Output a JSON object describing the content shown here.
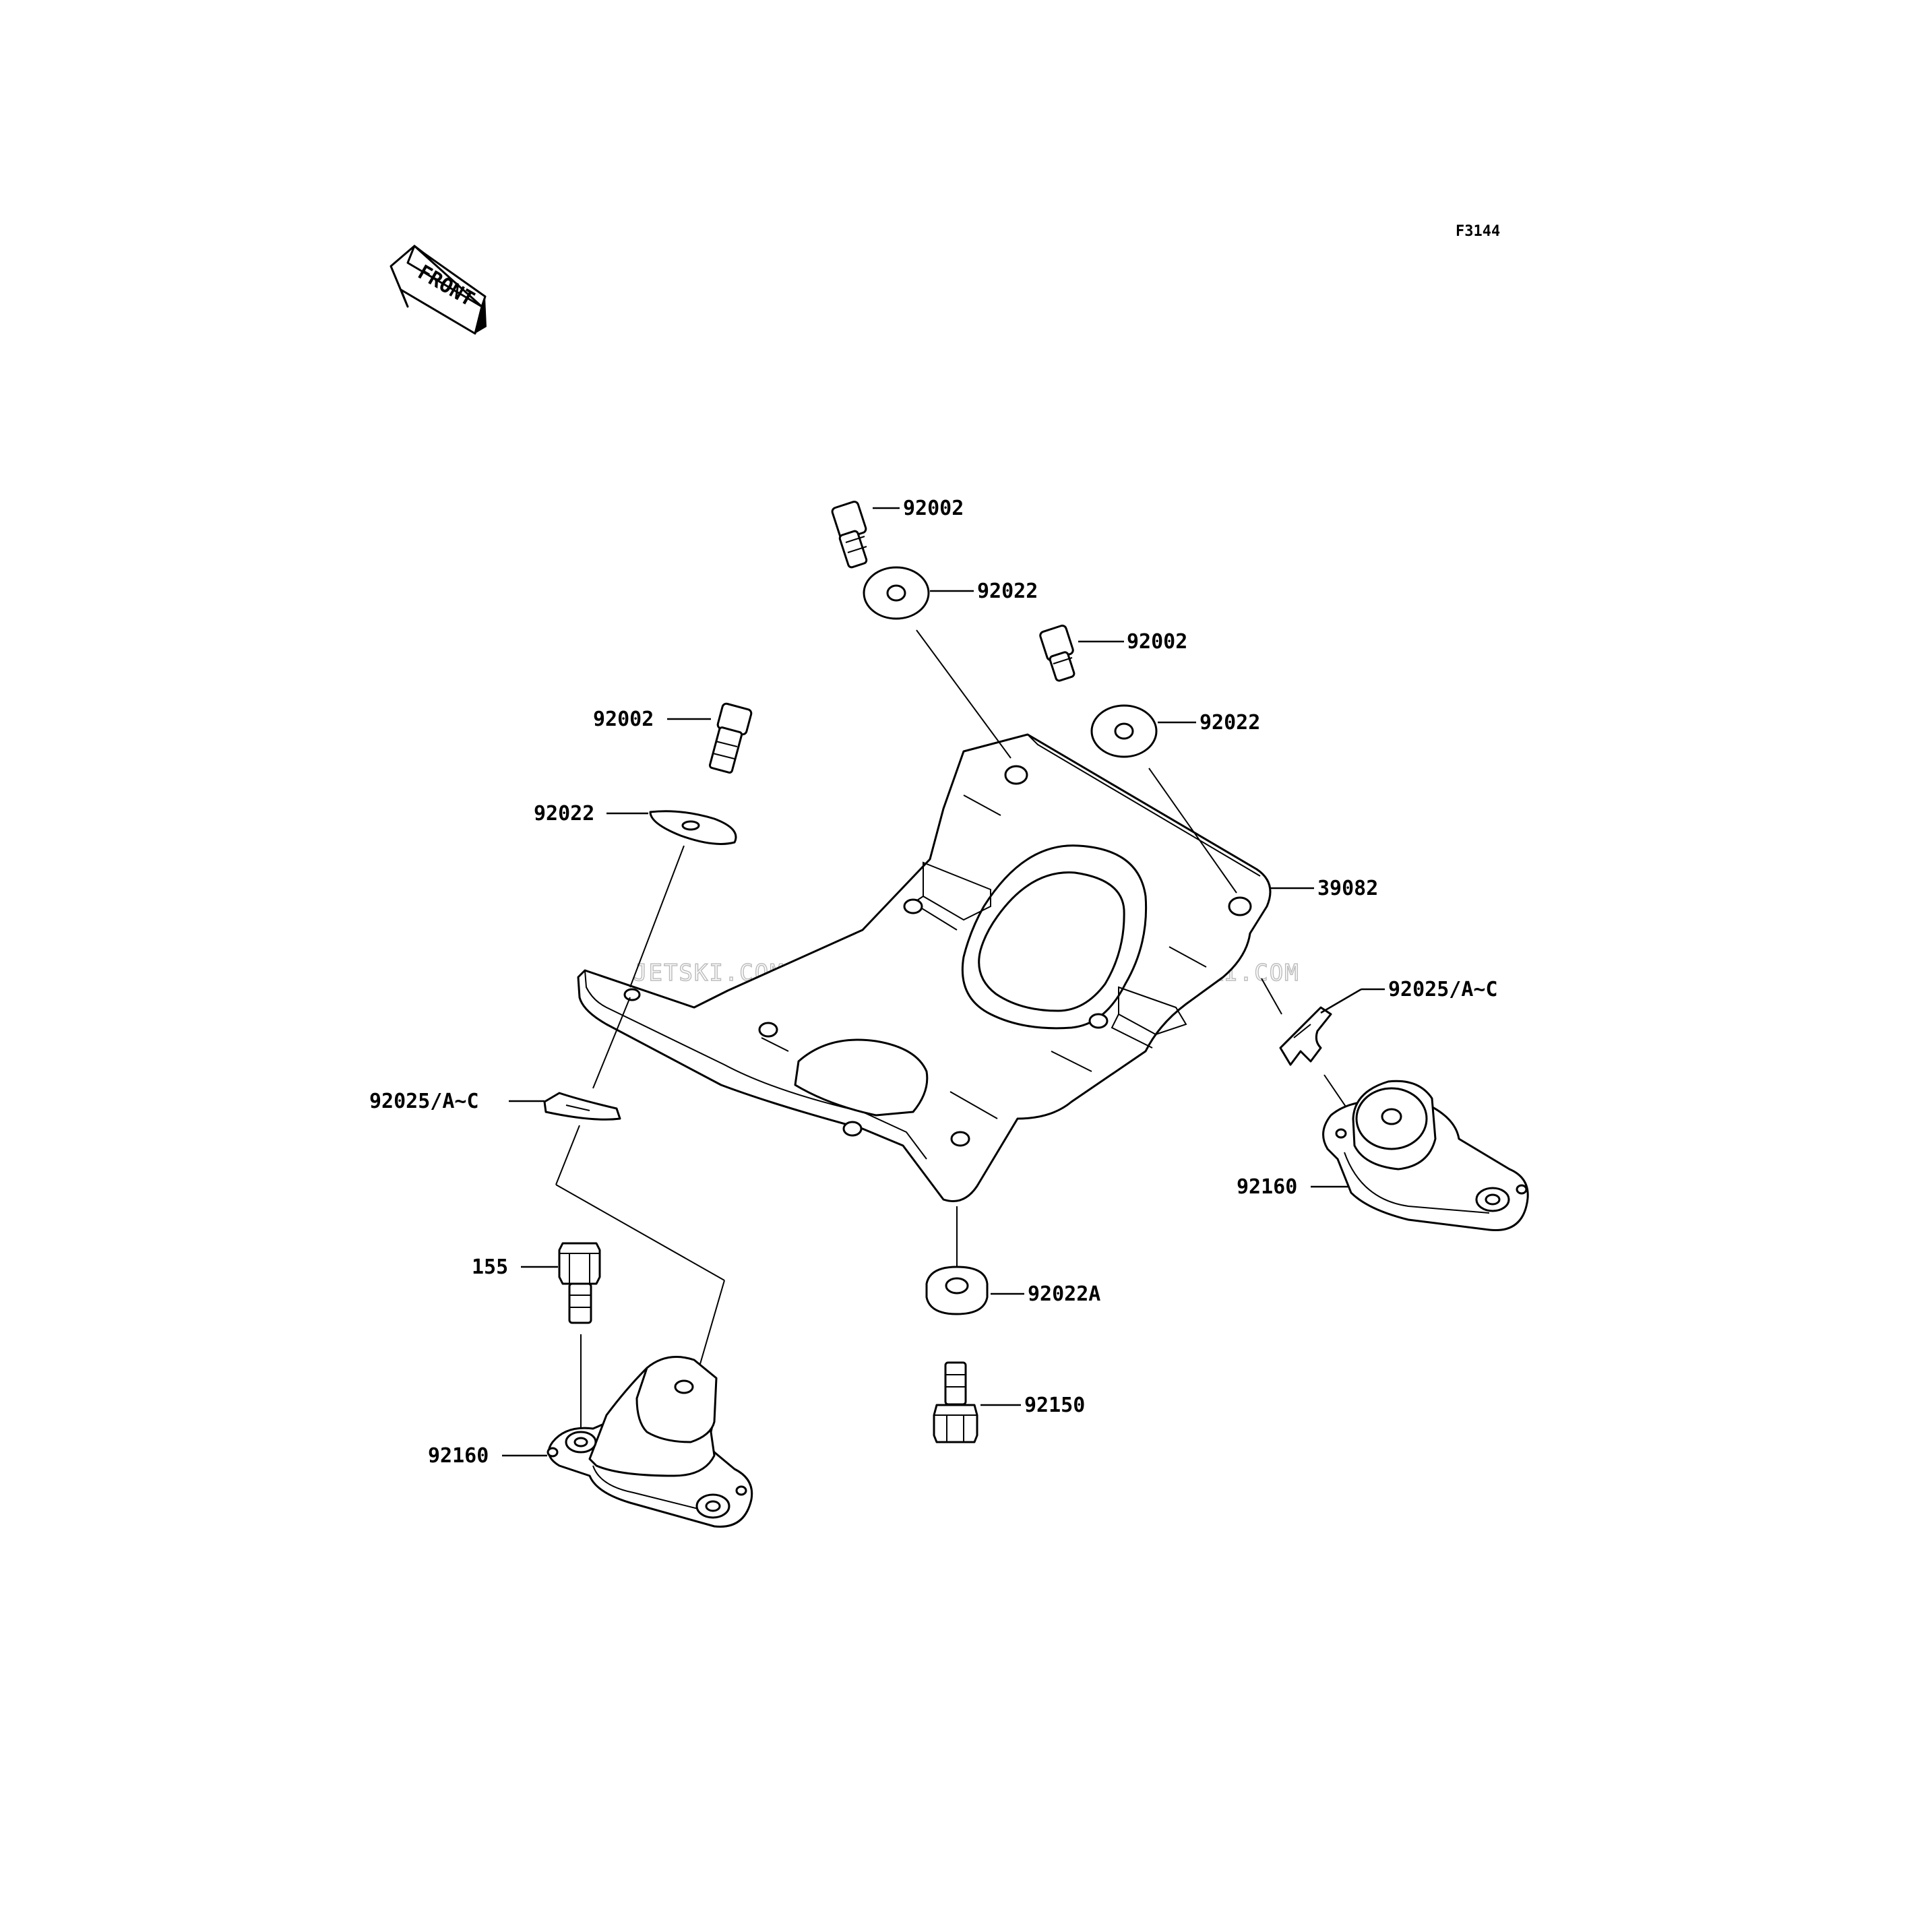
{
  "figure_code": "F3144",
  "front_arrow_text": "FRONT",
  "watermark_text": "JETSKI.COM  PROMO-JETSKI.COM  PROMO-JETSKI.COM",
  "labels": {
    "bolt_top": "92002",
    "washer_top": "92022",
    "bolt_mid": "92002",
    "washer_mid": "92022",
    "bolt_left": "92002",
    "washer_left": "92022",
    "bed": "39082",
    "clip_right": "92025/A~C",
    "clip_left": "92025/A~C",
    "mount_right": "92160",
    "washer_bottom": "92022A",
    "bolt_bottom_left": "155",
    "stud_bottom": "92150",
    "mount_left": "92160"
  }
}
